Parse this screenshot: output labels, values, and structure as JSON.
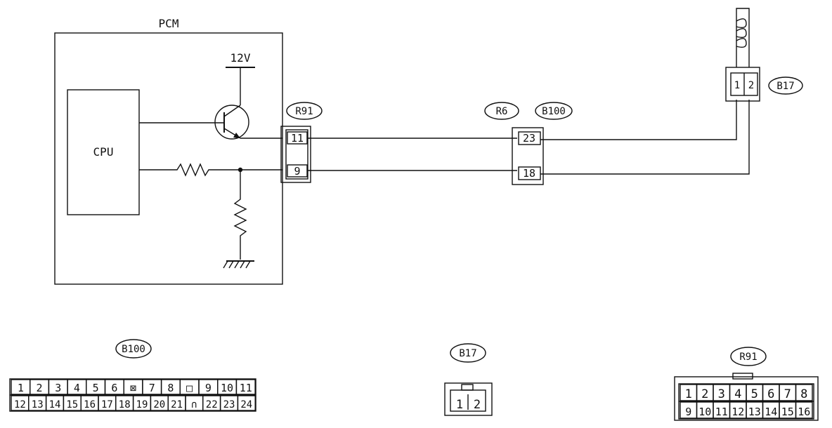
{
  "pcm": {
    "title": "PCM",
    "cpu_label": "CPU",
    "supply_label": "12V"
  },
  "connectors": {
    "r91": {
      "name": "R91",
      "pins": [
        "11",
        "9"
      ]
    },
    "r6": {
      "name": "R6"
    },
    "b100": {
      "name": "B100",
      "pins": [
        "23",
        "18"
      ]
    },
    "b17": {
      "name": "B17",
      "pins": [
        "1",
        "2"
      ]
    }
  },
  "pinouts": {
    "b100": {
      "name": "B100",
      "row1": [
        "1",
        "2",
        "3",
        "4",
        "5",
        "6",
        "⊠",
        "7",
        "8",
        "□",
        "9",
        "10",
        "11"
      ],
      "row2": [
        "12",
        "13",
        "14",
        "15",
        "16",
        "17",
        "18",
        "19",
        "20",
        "21",
        "∩",
        "22",
        "23",
        "24"
      ]
    },
    "b17": {
      "name": "B17",
      "row1": [
        "1",
        "2"
      ]
    },
    "r91": {
      "name": "R91",
      "row1": [
        "1",
        "2",
        "3",
        "4",
        "5",
        "6",
        "7",
        "8"
      ],
      "row2": [
        "9",
        "10",
        "11",
        "12",
        "13",
        "14",
        "15",
        "16"
      ]
    }
  }
}
